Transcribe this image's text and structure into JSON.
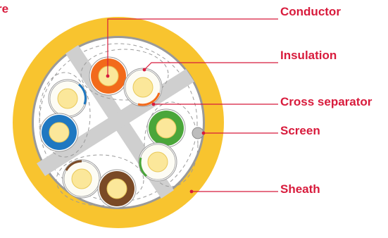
{
  "labels": {
    "cut_left": "re",
    "conductor": "Conductor",
    "insulation": "Insulation",
    "cross_separator": "Cross separator",
    "screen": "Screen",
    "sheath": "Sheath"
  },
  "colors": {
    "sheath": "#f8c42f",
    "screen_ring": "#9a9a9a",
    "fill": "#ffffff",
    "separator": "#cfcfcf",
    "conductor": "#fbe79a",
    "conductor_outline": "#e8c95a",
    "insulation_orange": "#f26a1b",
    "insulation_blue": "#1f78c1",
    "insulation_green": "#4aa63a",
    "insulation_brown": "#7a4a26",
    "label": "#d81b3c"
  }
}
